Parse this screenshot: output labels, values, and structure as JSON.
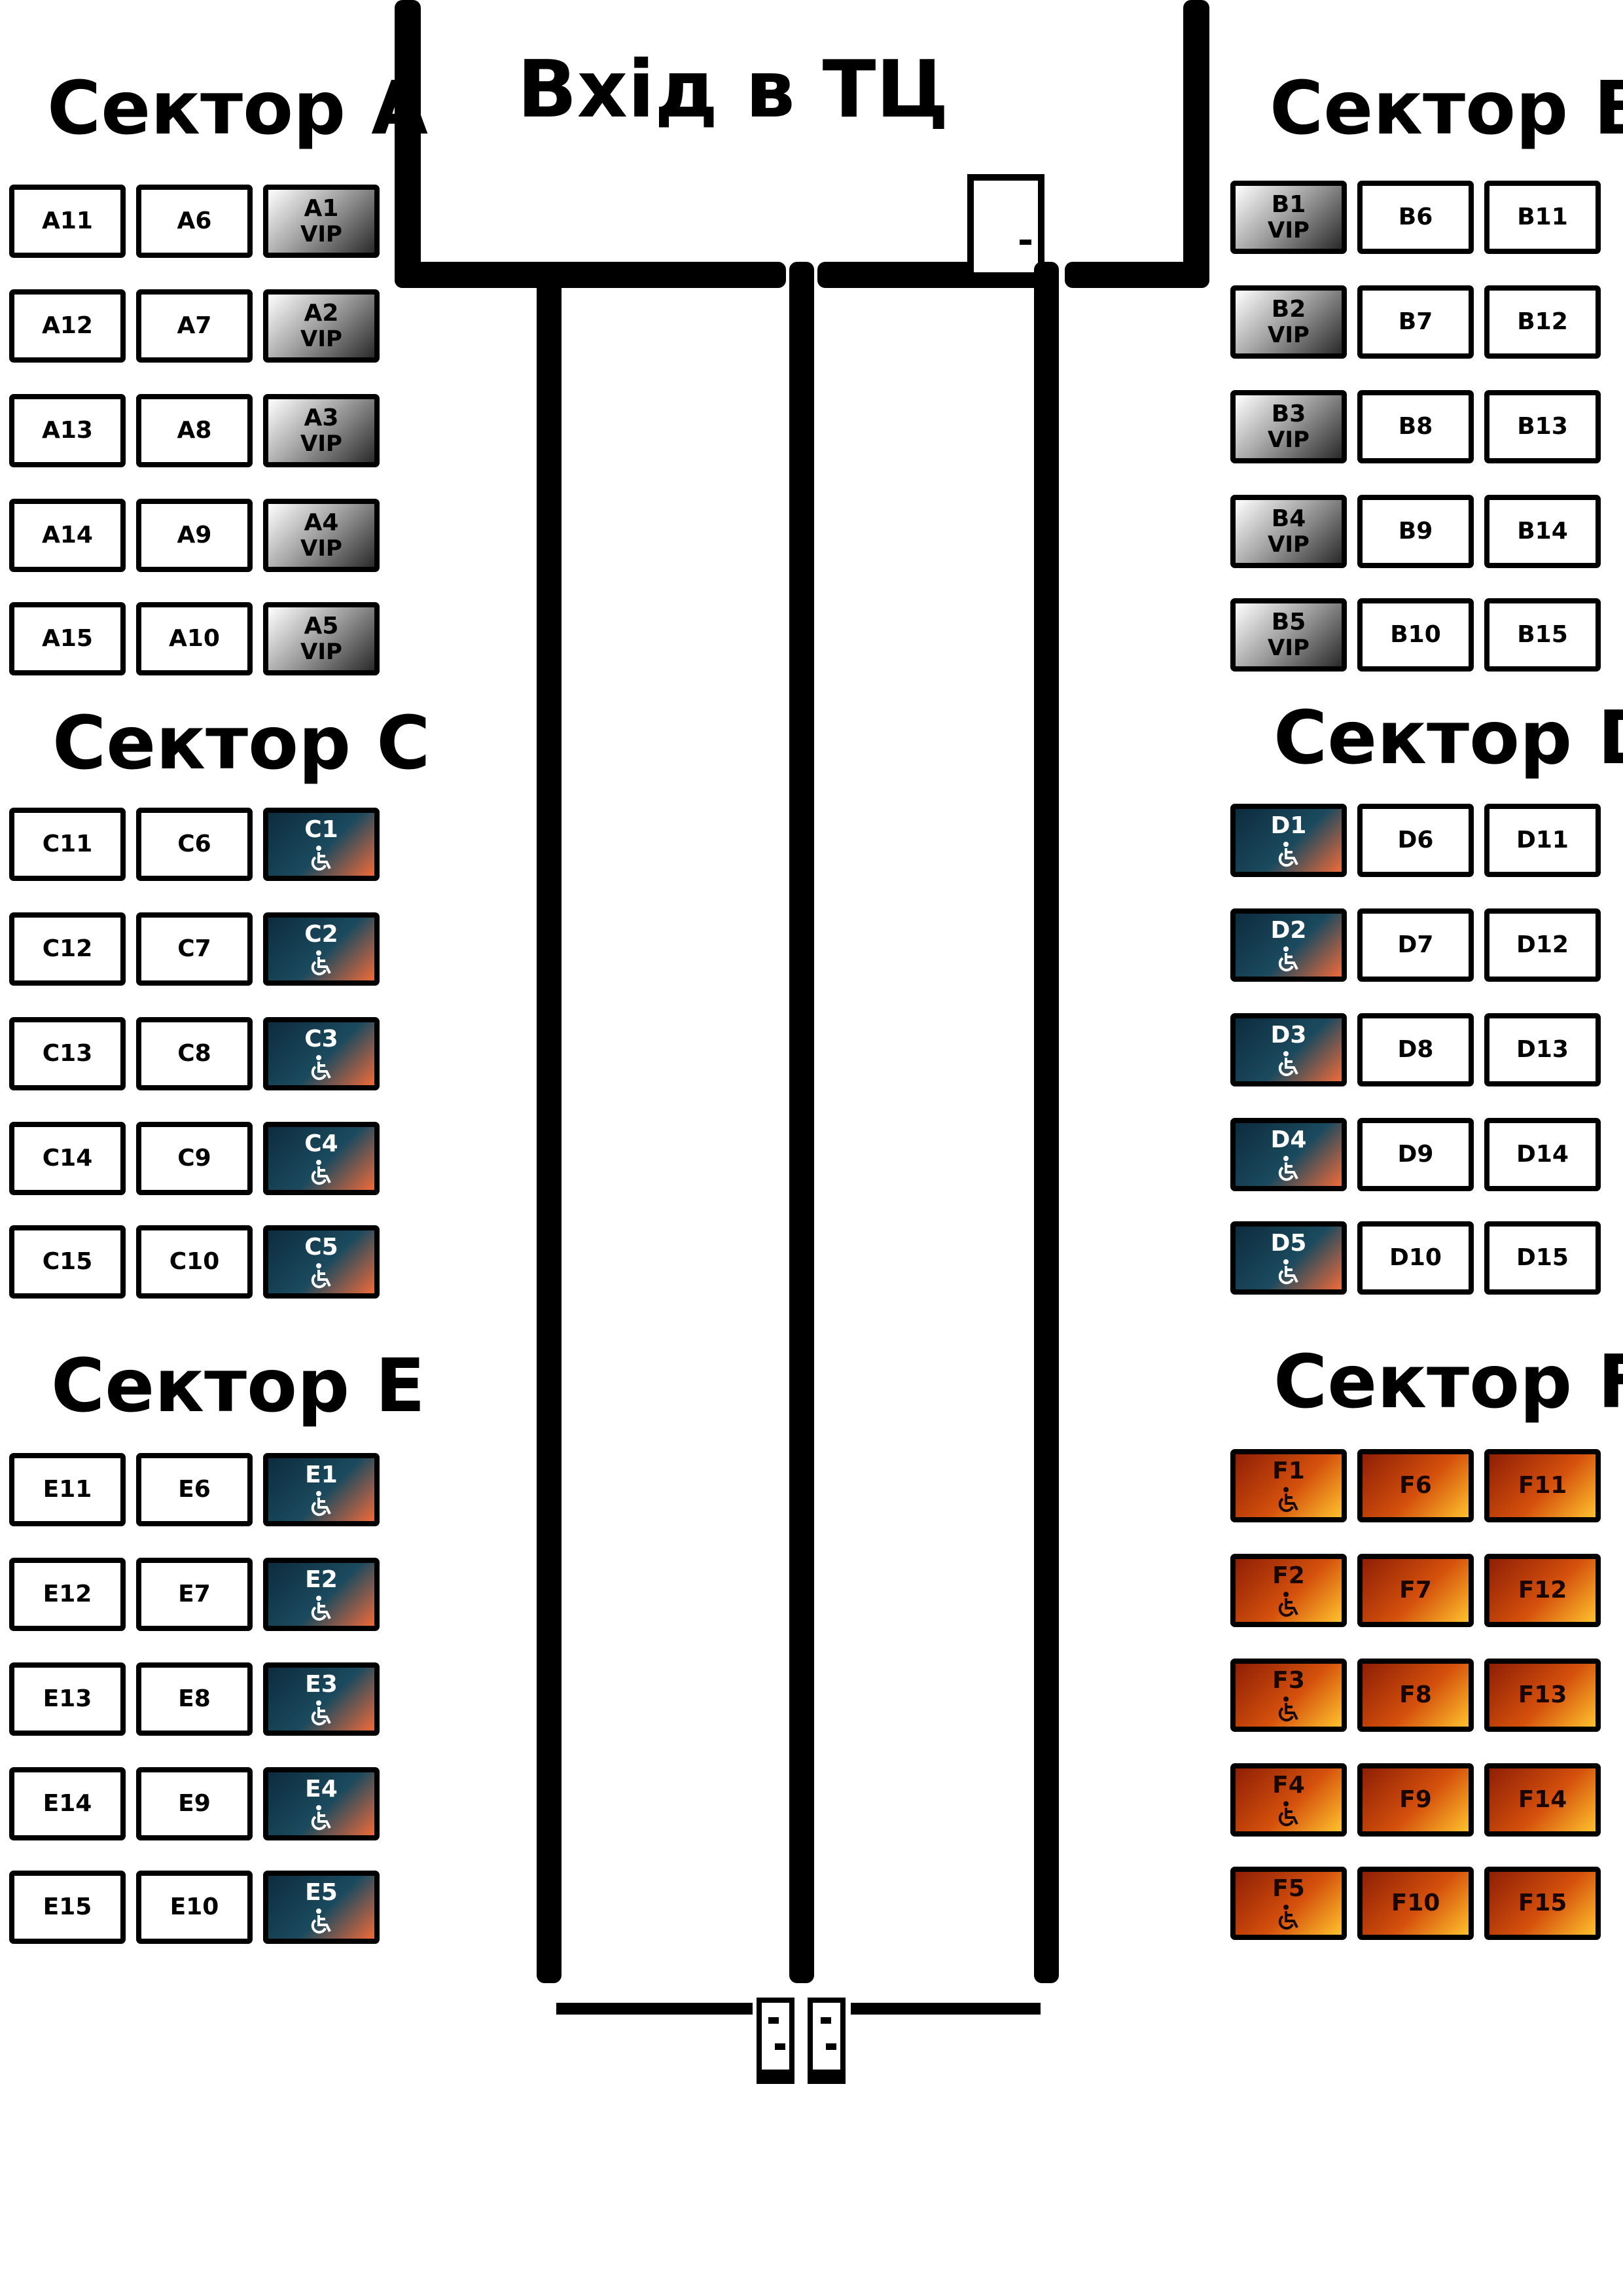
{
  "entrance": {
    "label": "Вхід в ТЦ",
    "door_mark": "-"
  },
  "colors": {
    "vip": "#9a9a9a",
    "accessible": "#1b4a5e",
    "accessible_accent": "#f06a3a",
    "orange_zone": "#d4500c",
    "outline": "#000000"
  },
  "icons": {
    "accessible": "wheelchair-icon",
    "exit": "turnstile-icon"
  },
  "sectors": {
    "A": {
      "title": "Сектор A",
      "rows": [
        [
          {
            "id": "A11",
            "kind": "standard"
          },
          {
            "id": "A6",
            "kind": "standard"
          },
          {
            "id": "A1",
            "kind": "vip",
            "tag": "VIP"
          }
        ],
        [
          {
            "id": "A12",
            "kind": "standard"
          },
          {
            "id": "A7",
            "kind": "standard"
          },
          {
            "id": "A2",
            "kind": "vip",
            "tag": "VIP"
          }
        ],
        [
          {
            "id": "A13",
            "kind": "standard"
          },
          {
            "id": "A8",
            "kind": "standard"
          },
          {
            "id": "A3",
            "kind": "vip",
            "tag": "VIP"
          }
        ],
        [
          {
            "id": "A14",
            "kind": "standard"
          },
          {
            "id": "A9",
            "kind": "standard"
          },
          {
            "id": "A4",
            "kind": "vip",
            "tag": "VIP"
          }
        ],
        [
          {
            "id": "A15",
            "kind": "standard"
          },
          {
            "id": "A10",
            "kind": "standard"
          },
          {
            "id": "A5",
            "kind": "vip",
            "tag": "VIP"
          }
        ]
      ]
    },
    "B": {
      "title": "Сектор B",
      "rows": [
        [
          {
            "id": "B1",
            "kind": "vip",
            "tag": "VIP"
          },
          {
            "id": "B6",
            "kind": "standard"
          },
          {
            "id": "B11",
            "kind": "standard"
          }
        ],
        [
          {
            "id": "B2",
            "kind": "vip",
            "tag": "VIP"
          },
          {
            "id": "B7",
            "kind": "standard"
          },
          {
            "id": "B12",
            "kind": "standard"
          }
        ],
        [
          {
            "id": "B3",
            "kind": "vip",
            "tag": "VIP"
          },
          {
            "id": "B8",
            "kind": "standard"
          },
          {
            "id": "B13",
            "kind": "standard"
          }
        ],
        [
          {
            "id": "B4",
            "kind": "vip",
            "tag": "VIP"
          },
          {
            "id": "B9",
            "kind": "standard"
          },
          {
            "id": "B14",
            "kind": "standard"
          }
        ],
        [
          {
            "id": "B5",
            "kind": "vip",
            "tag": "VIP"
          },
          {
            "id": "B10",
            "kind": "standard"
          },
          {
            "id": "B15",
            "kind": "standard"
          }
        ]
      ]
    },
    "C": {
      "title": "Сектор C",
      "rows": [
        [
          {
            "id": "C11",
            "kind": "standard"
          },
          {
            "id": "C6",
            "kind": "standard"
          },
          {
            "id": "C1",
            "kind": "accessible"
          }
        ],
        [
          {
            "id": "C12",
            "kind": "standard"
          },
          {
            "id": "C7",
            "kind": "standard"
          },
          {
            "id": "C2",
            "kind": "accessible"
          }
        ],
        [
          {
            "id": "C13",
            "kind": "standard"
          },
          {
            "id": "C8",
            "kind": "standard"
          },
          {
            "id": "C3",
            "kind": "accessible"
          }
        ],
        [
          {
            "id": "C14",
            "kind": "standard"
          },
          {
            "id": "C9",
            "kind": "standard"
          },
          {
            "id": "C4",
            "kind": "accessible"
          }
        ],
        [
          {
            "id": "C15",
            "kind": "standard"
          },
          {
            "id": "C10",
            "kind": "standard"
          },
          {
            "id": "C5",
            "kind": "accessible"
          }
        ]
      ]
    },
    "D": {
      "title": "Сектор D",
      "rows": [
        [
          {
            "id": "D1",
            "kind": "accessible"
          },
          {
            "id": "D6",
            "kind": "standard"
          },
          {
            "id": "D11",
            "kind": "standard"
          }
        ],
        [
          {
            "id": "D2",
            "kind": "accessible"
          },
          {
            "id": "D7",
            "kind": "standard"
          },
          {
            "id": "D12",
            "kind": "standard"
          }
        ],
        [
          {
            "id": "D3",
            "kind": "accessible"
          },
          {
            "id": "D8",
            "kind": "standard"
          },
          {
            "id": "D13",
            "kind": "standard"
          }
        ],
        [
          {
            "id": "D4",
            "kind": "accessible"
          },
          {
            "id": "D9",
            "kind": "standard"
          },
          {
            "id": "D14",
            "kind": "standard"
          }
        ],
        [
          {
            "id": "D5",
            "kind": "accessible"
          },
          {
            "id": "D10",
            "kind": "standard"
          },
          {
            "id": "D15",
            "kind": "standard"
          }
        ]
      ]
    },
    "E": {
      "title": "Сектор E",
      "rows": [
        [
          {
            "id": "E11",
            "kind": "standard"
          },
          {
            "id": "E6",
            "kind": "standard"
          },
          {
            "id": "E1",
            "kind": "accessible"
          }
        ],
        [
          {
            "id": "E12",
            "kind": "standard"
          },
          {
            "id": "E7",
            "kind": "standard"
          },
          {
            "id": "E2",
            "kind": "accessible"
          }
        ],
        [
          {
            "id": "E13",
            "kind": "standard"
          },
          {
            "id": "E8",
            "kind": "standard"
          },
          {
            "id": "E3",
            "kind": "accessible"
          }
        ],
        [
          {
            "id": "E14",
            "kind": "standard"
          },
          {
            "id": "E9",
            "kind": "standard"
          },
          {
            "id": "E4",
            "kind": "accessible"
          }
        ],
        [
          {
            "id": "E15",
            "kind": "standard"
          },
          {
            "id": "E10",
            "kind": "standard"
          },
          {
            "id": "E5",
            "kind": "accessible"
          }
        ]
      ]
    },
    "F": {
      "title": "Сектор F",
      "rows": [
        [
          {
            "id": "F1",
            "kind": "orange-accessible"
          },
          {
            "id": "F6",
            "kind": "orange"
          },
          {
            "id": "F11",
            "kind": "orange"
          }
        ],
        [
          {
            "id": "F2",
            "kind": "orange-accessible"
          },
          {
            "id": "F7",
            "kind": "orange"
          },
          {
            "id": "F12",
            "kind": "orange"
          }
        ],
        [
          {
            "id": "F3",
            "kind": "orange-accessible"
          },
          {
            "id": "F8",
            "kind": "orange"
          },
          {
            "id": "F13",
            "kind": "orange"
          }
        ],
        [
          {
            "id": "F4",
            "kind": "orange-accessible"
          },
          {
            "id": "F9",
            "kind": "orange"
          },
          {
            "id": "F14",
            "kind": "orange"
          }
        ],
        [
          {
            "id": "F5",
            "kind": "orange-accessible"
          },
          {
            "id": "F10",
            "kind": "orange"
          },
          {
            "id": "F15",
            "kind": "orange"
          }
        ]
      ]
    }
  }
}
